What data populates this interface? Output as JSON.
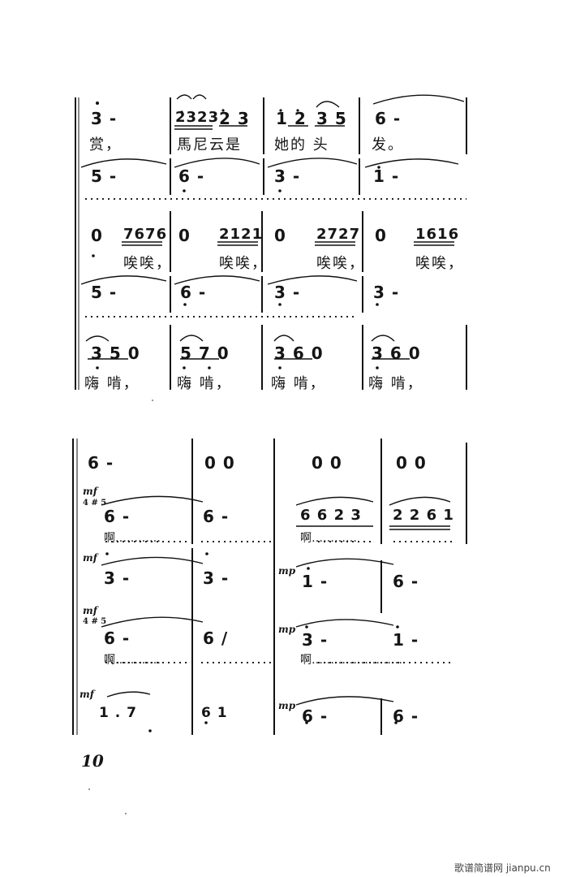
{
  "page_number": "10",
  "watermark": "歌谱简谱网 jianpu.cn",
  "system1": {
    "row1": {
      "m1": "3 -",
      "m2a": "2323",
      "m2b": "2 3",
      "m3a": "1 2",
      "m3b": "3 5",
      "m4": "6 -"
    },
    "lyrics1": {
      "l1": "赏，",
      "l2": "馬尼云是",
      "l3": "她的 头",
      "l4": "发。"
    },
    "row2": {
      "m1": "5 -",
      "m2": "6 -",
      "m3": "3 -",
      "m4": "1 -"
    },
    "row3": {
      "m1": "0",
      "m1b": "7676",
      "m2": "0",
      "m2b": "2121",
      "m3": "0",
      "m3b": "2727",
      "m4": "0",
      "m4b": "1616"
    },
    "lyrics3": {
      "l1": "唉唉，",
      "l2": "唉唉，",
      "l3": "唉唉，",
      "l4": "唉唉，"
    },
    "row4": {
      "m1": "5 -",
      "m2": "6 -",
      "m3": "3 -",
      "m4": "3 -"
    },
    "row5": {
      "m1": "3 5 0",
      "m2": "5 7 0",
      "m3": "3 6 0",
      "m4": "3 6 0"
    },
    "lyrics5": {
      "l1": "嗨 啃，",
      "l2": "嗨 啃，",
      "l3": "嗨 啃，",
      "l4": "嗨 啃，"
    }
  },
  "system2": {
    "row1": {
      "m1": "6 -",
      "m2": "0 0",
      "m3": "0 0",
      "m4": "0 0"
    },
    "row2": {
      "dyn": "mf",
      "grace": "4 # 5",
      "m1": "6 -",
      "m2": "6 -",
      "m3": "6 6 2 3",
      "m4": "2 2 6 1",
      "lyric1": "啊…………",
      "lyric1b": "…………………",
      "lyric3": "啊…………",
      "lyric4": "…………"
    },
    "row3": {
      "dyn": "mf",
      "m1": "3 -",
      "m2": "3 -",
      "dyn3": "mp",
      "m3": "1 -",
      "m4": "6 -"
    },
    "row4": {
      "dyn": "mf",
      "grace": "4 # 5",
      "m1": "6 -",
      "m2": "6 /",
      "dyn3": "mp",
      "m3": "3 -",
      "m4": "1 -",
      "lyric1": "啊…………",
      "lyric1b": "…………",
      "lyric3": "啊……………………"
    },
    "row5": {
      "dyn": "mf",
      "m1": "1 . 7",
      "m2": "6 1",
      "dyn3": "mp",
      "m3": "6 -",
      "m4": "6 -"
    }
  }
}
